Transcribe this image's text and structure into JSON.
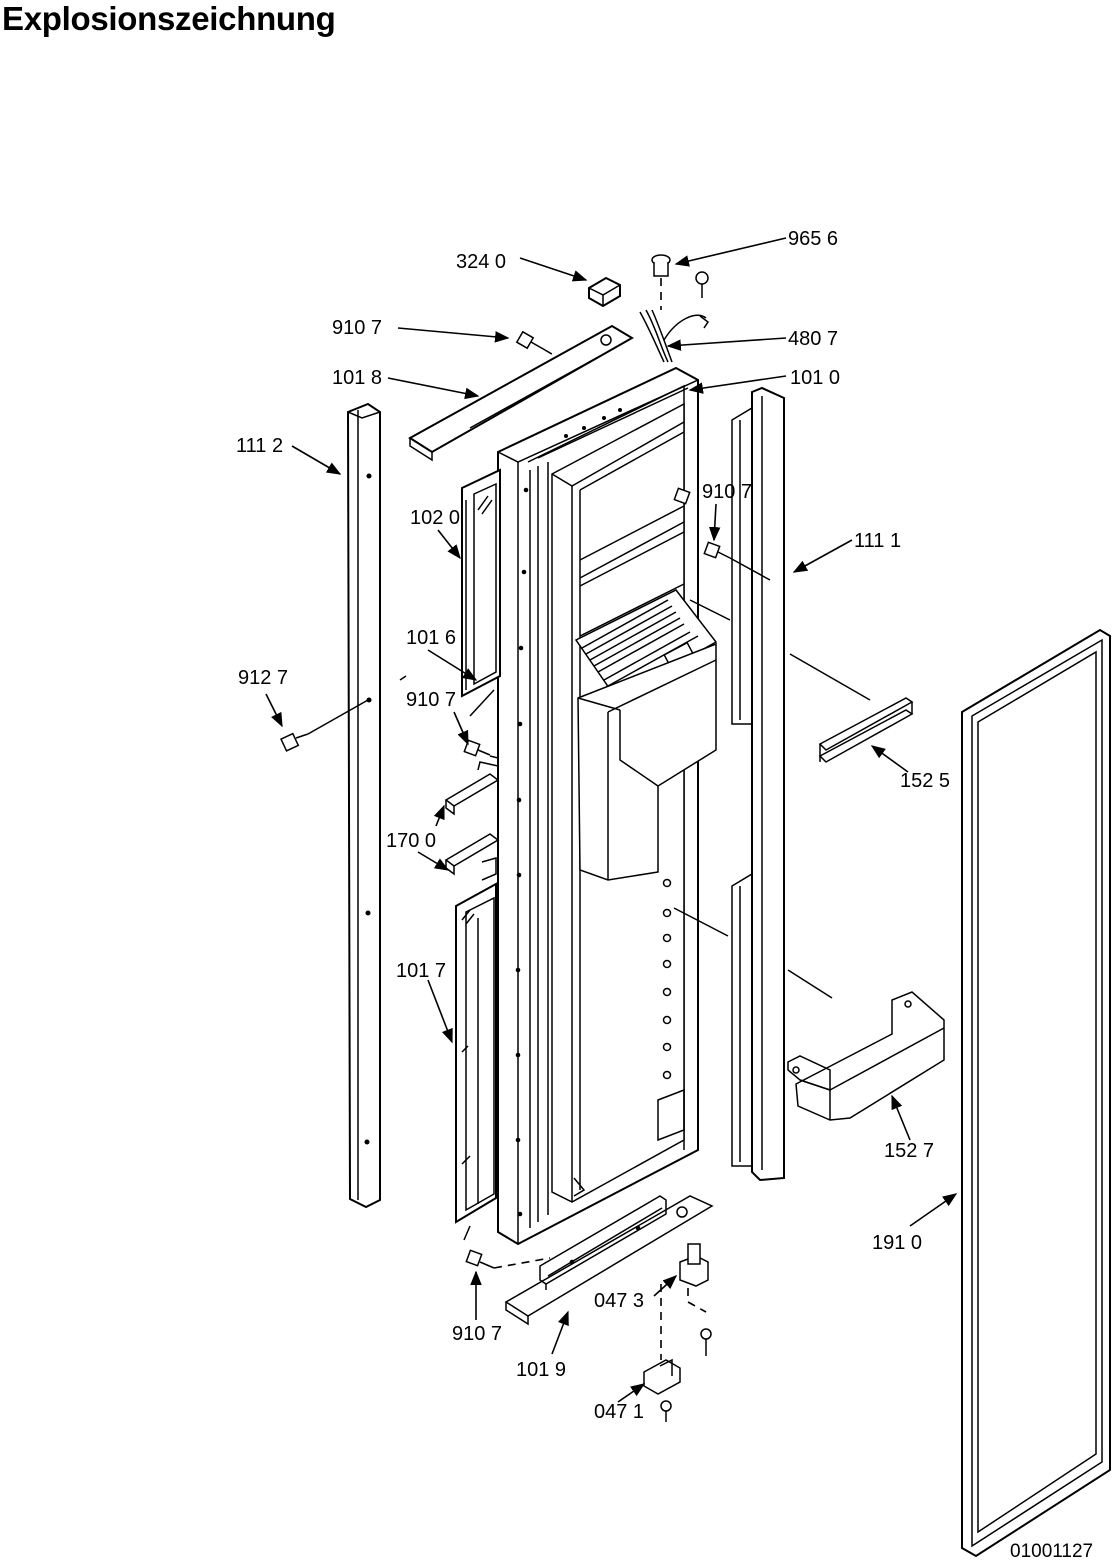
{
  "title": "Explosionszeichnung",
  "document_code": "01001127",
  "labels": {
    "p9656": "965 6",
    "p3240": "324 0",
    "p9107_top": "910 7",
    "p4807": "480 7",
    "p1018": "101 8",
    "p1010": "101 0",
    "p1112": "111 2",
    "p9107_right": "910 7",
    "p1020": "102 0",
    "p1111": "111 1",
    "p1016": "101 6",
    "p9127": "912  7",
    "p9107_mid": "910 7",
    "p1525": "152 5",
    "p1700": "170 0",
    "p1017": "101 7",
    "p1527": "152 7",
    "p1910": "191 0",
    "p0473": "047 3",
    "p9107_bottom": "910 7",
    "p1019": "101 9",
    "p0471": "047 1"
  }
}
